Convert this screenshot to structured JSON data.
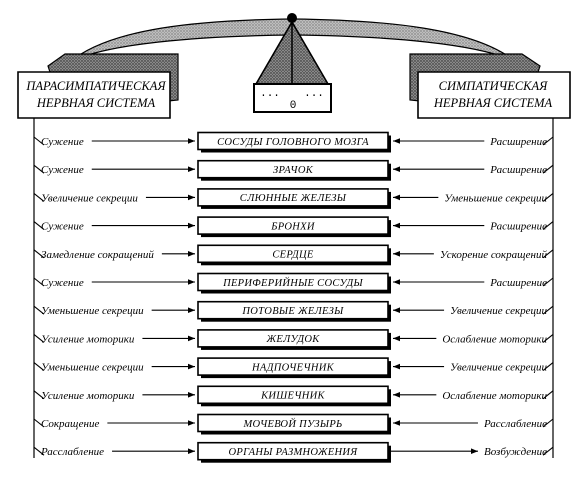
{
  "systems": {
    "parasympathetic": [
      "ПАРАСИМПАТИЧЕСКАЯ",
      "НЕРВНАЯ СИСТЕМА"
    ],
    "sympathetic": [
      "СИМПАТИЧЕСКАЯ",
      "НЕРВНАЯ СИСТЕМА"
    ]
  },
  "scale": {
    "left_mark": "...",
    "right_mark": "...",
    "zero": "0"
  },
  "rows": [
    {
      "organ": "СОСУДЫ ГОЛОВНОГО МОЗГА",
      "para": "Сужение",
      "symp": "Расширение"
    },
    {
      "organ": "ЗРАЧОК",
      "para": "Сужение",
      "symp": "Расширение"
    },
    {
      "organ": "СЛЮННЫЕ ЖЕЛЕЗЫ",
      "para": "Увеличение секреции",
      "symp": "Уменьшение секреции"
    },
    {
      "organ": "БРОНХИ",
      "para": "Сужение",
      "symp": "Расширение"
    },
    {
      "organ": "СЕРДЦЕ",
      "para": "Замедление сокращений",
      "symp": "Ускорение сокращений"
    },
    {
      "organ": "ПЕРИФЕРИЙНЫЕ СОСУДЫ",
      "para": "Сужение",
      "symp": "Расширение"
    },
    {
      "organ": "ПОТОВЫЕ ЖЕЛЕЗЫ",
      "para": "Уменьшение секреции",
      "symp": "Увеличение секреции"
    },
    {
      "organ": "ЖЕЛУДОК",
      "para": "Усиление моторики",
      "symp": "Ослабление моторики"
    },
    {
      "organ": "НАДПОЧЕЧНИК",
      "para": "Уменьшение секреции",
      "symp": "Увеличение секреции"
    },
    {
      "organ": "КИШЕЧНИК",
      "para": "Усиление моторики",
      "symp": "Ослабление моторики"
    },
    {
      "organ": "МОЧЕВОЙ ПУЗЫРЬ",
      "para": "Сокращение",
      "symp": "Расслабление"
    },
    {
      "organ": "ОРГАНЫ РАЗМНОЖЕНИЯ",
      "para": "Расслабление",
      "symp": "Возбуждение"
    }
  ]
}
